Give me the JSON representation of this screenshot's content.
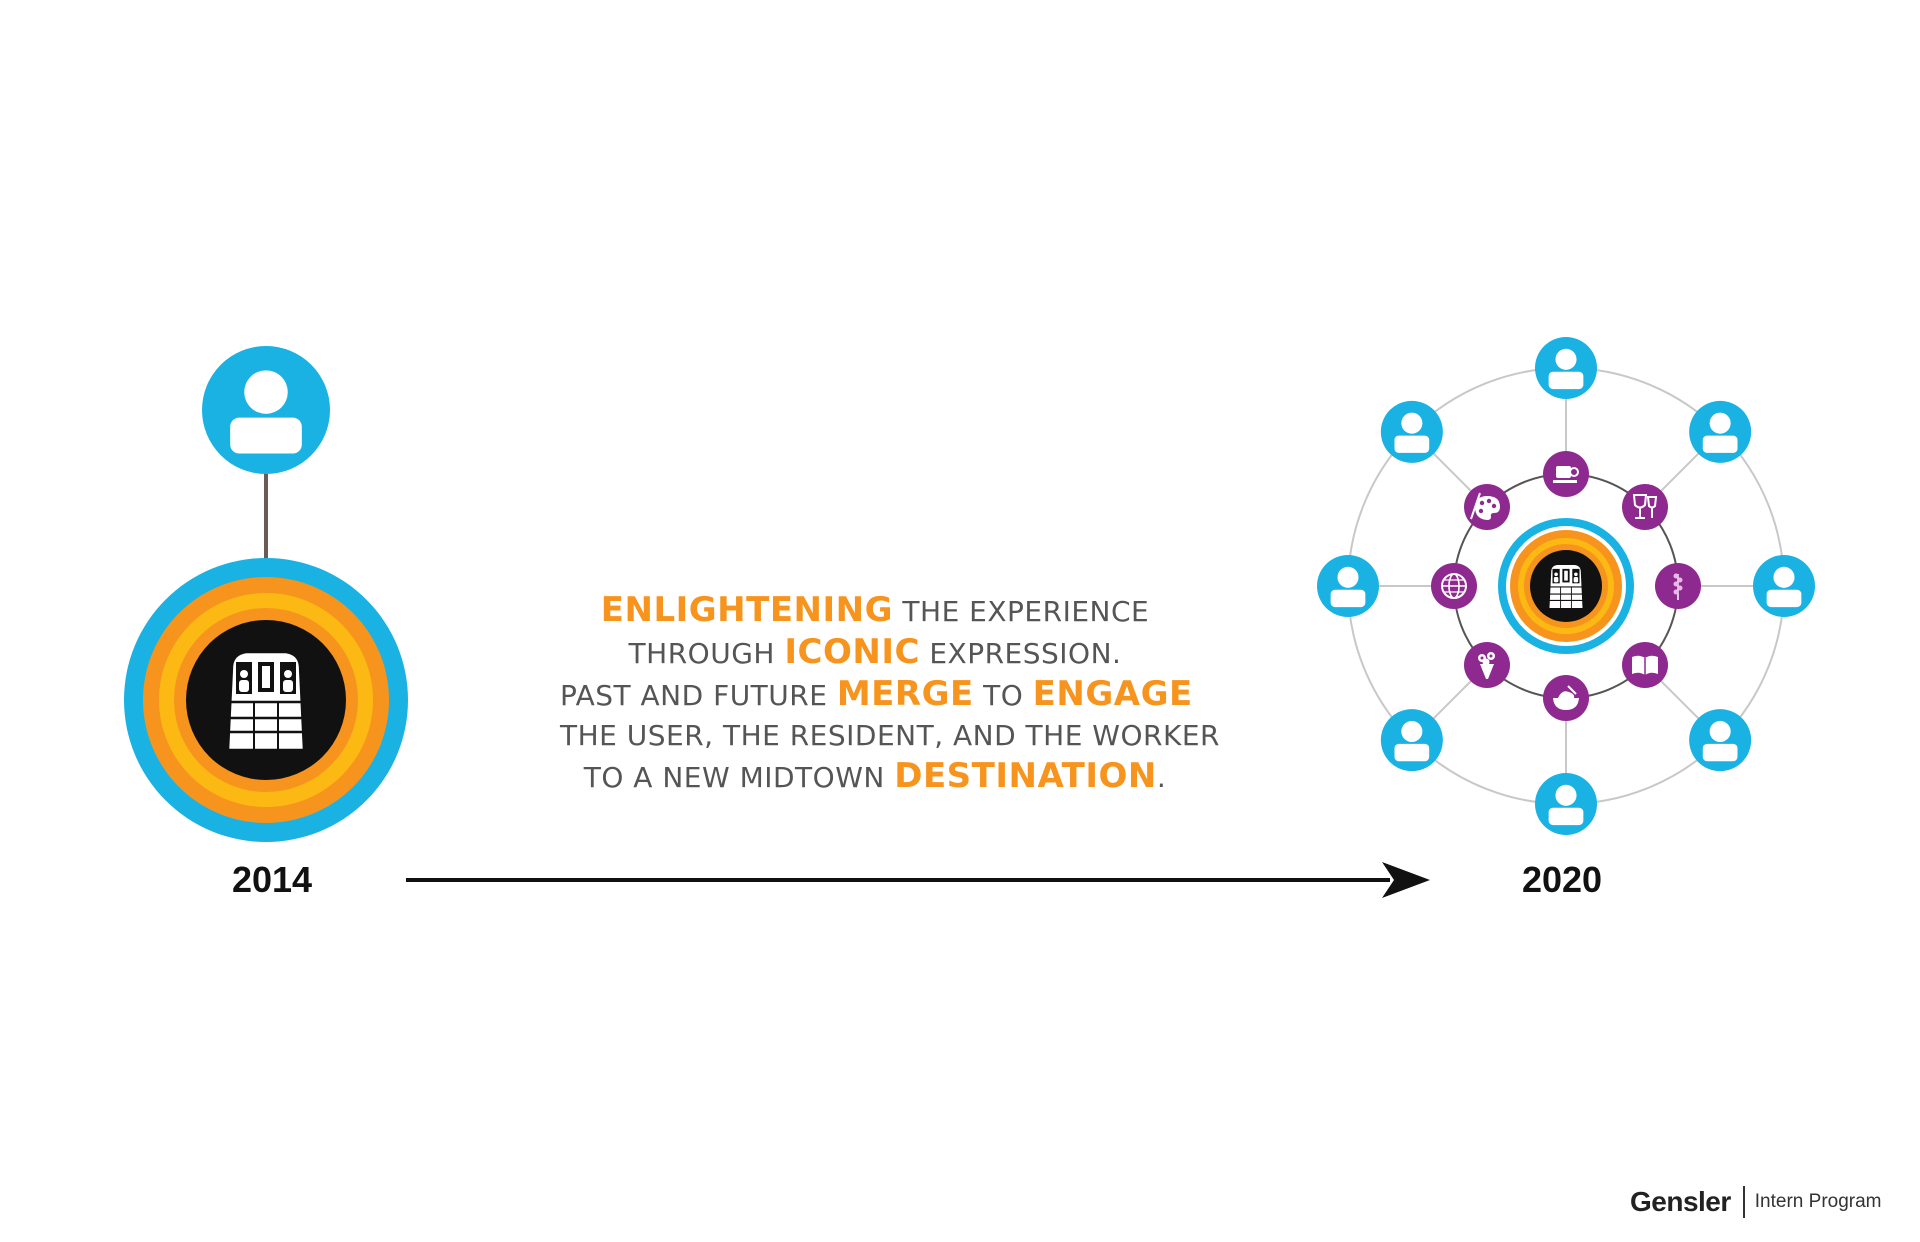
{
  "diagram": {
    "left_year": "2014",
    "right_year": "2020",
    "slogan": [
      [
        {
          "text": "ENLIGHTENING",
          "hl": true
        },
        {
          "text": " THE EXPERIENCE",
          "hl": false
        }
      ],
      [
        {
          "text": "THROUGH ",
          "hl": false
        },
        {
          "text": "ICONIC",
          "hl": true
        },
        {
          "text": " EXPRESSION.",
          "hl": false
        }
      ],
      [
        {
          "text": "PAST AND FUTURE ",
          "hl": false
        },
        {
          "text": "MERGE",
          "hl": true
        },
        {
          "text": " TO ",
          "hl": false
        },
        {
          "text": "ENGAGE",
          "hl": true
        }
      ],
      [
        {
          "text": "THE USER, THE RESIDENT, AND THE WORKER",
          "hl": false
        }
      ],
      [
        {
          "text": "TO A NEW MIDTOWN ",
          "hl": false
        },
        {
          "text": "DESTINATION",
          "hl": true
        },
        {
          "text": ".",
          "hl": false
        }
      ]
    ],
    "inner_icons": [
      "coffee-cup-icon",
      "wine-glass-icon",
      "lavender-icon",
      "book-icon",
      "food-bowl-icon",
      "flower-bouquet-icon",
      "globe-icon",
      "paint-palette-icon"
    ],
    "outer_nodes": 8
  },
  "colors": {
    "blue": "#1AB2E3",
    "dark_orange": "#F7941D",
    "yellow_orange": "#FDB913",
    "purple": "#8E2A8F",
    "black": "#111111",
    "stem": "#6b5a55",
    "ring_line": "#c8c8c8"
  },
  "footer": {
    "brand": "Gensler",
    "program": "Intern Program"
  }
}
